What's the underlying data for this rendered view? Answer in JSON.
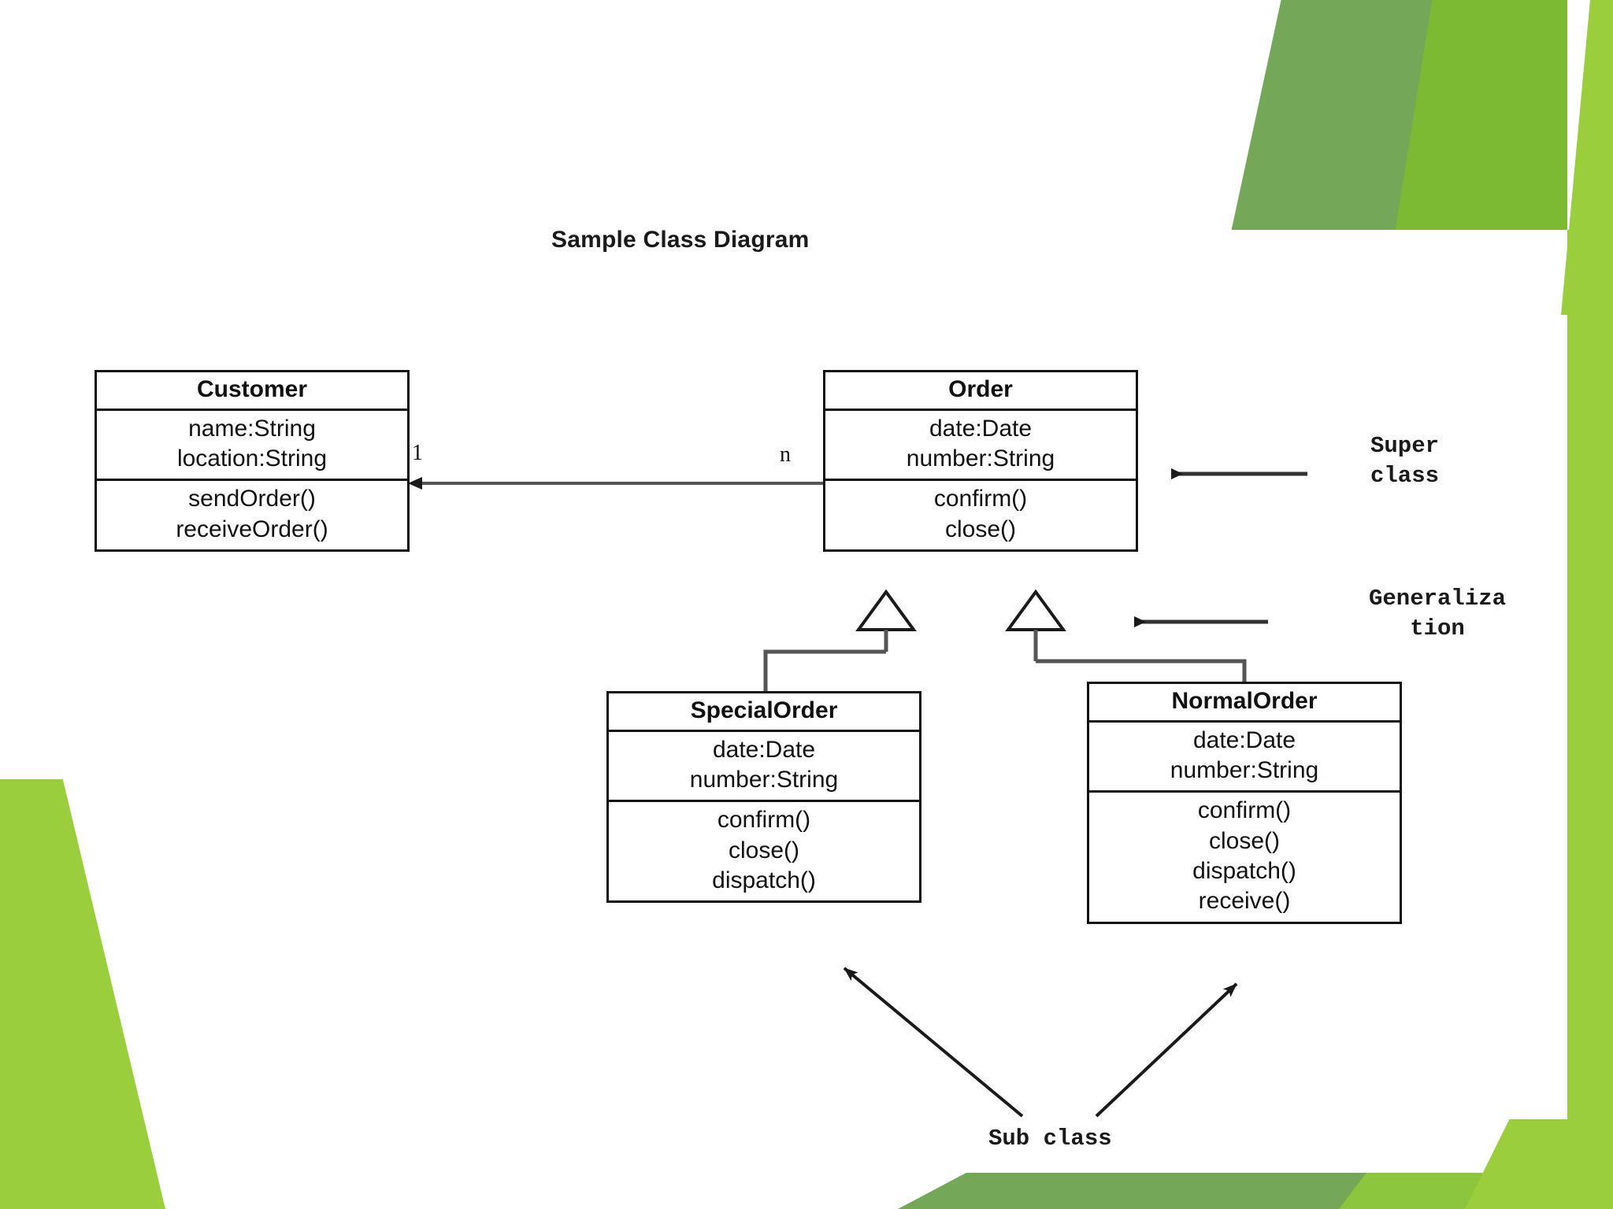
{
  "slide": {
    "title": "Sample Class Diagram",
    "accent_green_light": "#9bce3c",
    "accent_green_mid": "#7dba34",
    "accent_green_dark": "#74a757",
    "line_color": "#111111",
    "panel_background": "#ffffff"
  },
  "classes": {
    "customer": {
      "name": "Customer",
      "attributes": [
        "name:String",
        "location:String"
      ],
      "methods": [
        "sendOrder()",
        "receiveOrder()"
      ]
    },
    "order": {
      "name": "Order",
      "attributes": [
        "date:Date",
        "number:String"
      ],
      "methods": [
        "confirm()",
        "close()"
      ]
    },
    "special_order": {
      "name": "SpecialOrder",
      "attributes": [
        "date:Date",
        "number:String"
      ],
      "methods": [
        "confirm()",
        "close()",
        "dispatch()"
      ]
    },
    "normal_order": {
      "name": "NormalOrder",
      "attributes": [
        "date:Date",
        "number:String"
      ],
      "methods": [
        "confirm()",
        "close()",
        "dispatch()",
        "receive()"
      ]
    }
  },
  "association": {
    "source_multiplicity": "1",
    "target_multiplicity": "n"
  },
  "annotations": {
    "super_class_line1": "Super",
    "super_class_line2": "class",
    "generalization_line1": "Generaliza",
    "generalization_line2": "tion",
    "sub_class": "Sub class"
  },
  "chart_data": {
    "type": "diagram",
    "diagram_kind": "uml-class-diagram",
    "title": "Sample Class Diagram",
    "nodes": [
      {
        "id": "Customer",
        "name": "Customer",
        "attributes": [
          "name:String",
          "location:String"
        ],
        "methods": [
          "sendOrder()",
          "receiveOrder()"
        ],
        "role": "class"
      },
      {
        "id": "Order",
        "name": "Order",
        "attributes": [
          "date:Date",
          "number:String"
        ],
        "methods": [
          "confirm()",
          "close()"
        ],
        "role": "superclass"
      },
      {
        "id": "SpecialOrder",
        "name": "SpecialOrder",
        "attributes": [
          "date:Date",
          "number:String"
        ],
        "methods": [
          "confirm()",
          "close()",
          "dispatch()"
        ],
        "role": "subclass"
      },
      {
        "id": "NormalOrder",
        "name": "NormalOrder",
        "attributes": [
          "date:Date",
          "number:String"
        ],
        "methods": [
          "confirm()",
          "close()",
          "dispatch()",
          "receive()"
        ],
        "role": "subclass"
      }
    ],
    "edges": [
      {
        "from": "Order",
        "to": "Customer",
        "type": "association",
        "source_multiplicity": "n",
        "target_multiplicity": "1",
        "arrow": "open-filled-left"
      },
      {
        "from": "SpecialOrder",
        "to": "Order",
        "type": "generalization",
        "arrow": "hollow-triangle"
      },
      {
        "from": "NormalOrder",
        "to": "Order",
        "type": "generalization",
        "arrow": "hollow-triangle"
      }
    ],
    "callouts": [
      {
        "label": "Super class",
        "targets": [
          "Order"
        ]
      },
      {
        "label": "Generalization",
        "targets": [
          "generalization-edges"
        ]
      },
      {
        "label": "Sub class",
        "targets": [
          "SpecialOrder",
          "NormalOrder"
        ]
      }
    ]
  }
}
